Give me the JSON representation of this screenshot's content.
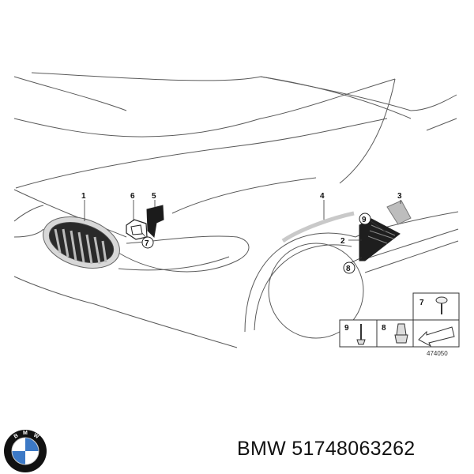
{
  "callouts": {
    "n1": "1",
    "n2": "2",
    "n3": "3",
    "n4": "4",
    "n5": "5",
    "n6": "6",
    "n7": "7",
    "n8": "8",
    "n9": "9"
  },
  "legend": {
    "item7": "7",
    "item9": "9",
    "item8": "8"
  },
  "diagram_code": "474050",
  "caption": "BMW 51748063262",
  "logo": {
    "brand_letters": "BMW",
    "colors": {
      "ring": "#111111",
      "blue": "#3c79c6",
      "white": "#ffffff"
    }
  }
}
